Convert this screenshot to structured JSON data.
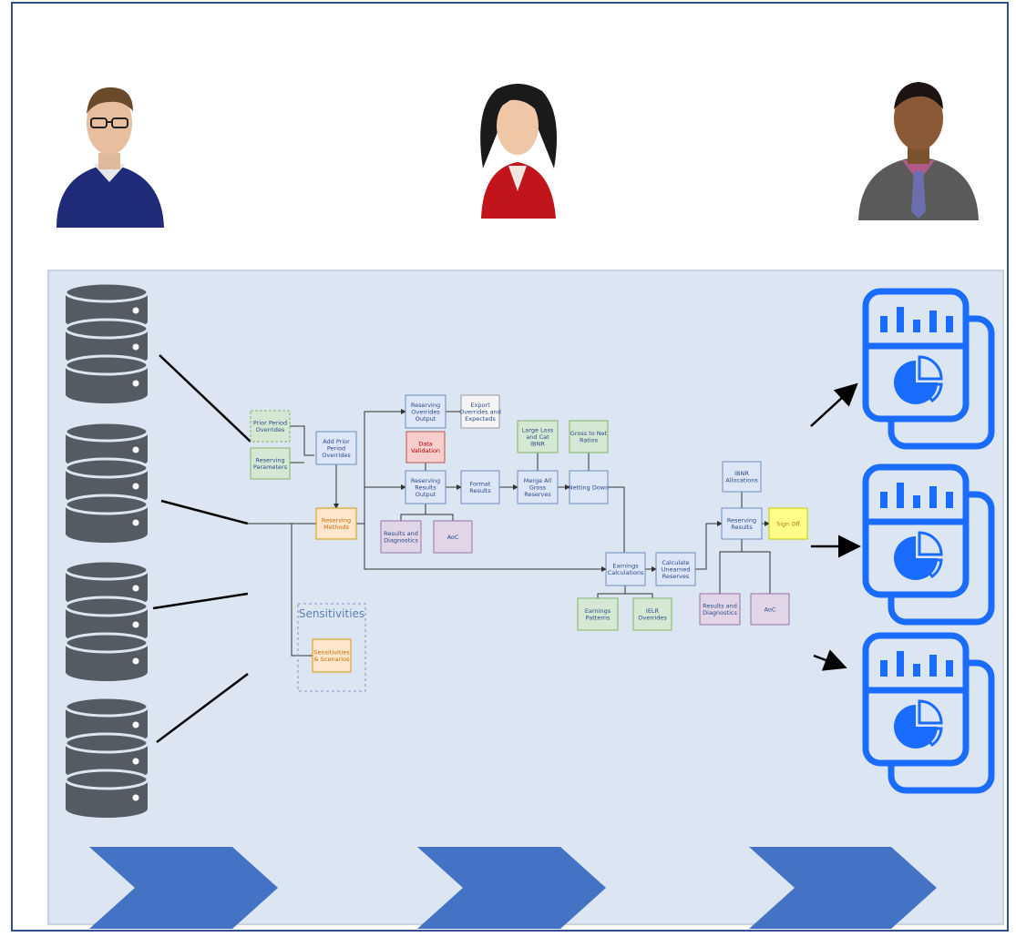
{
  "personas": [
    {
      "name": "user-casual-avatar",
      "role": "person-1"
    },
    {
      "name": "user-woman-avatar",
      "role": "person-2"
    },
    {
      "name": "user-suit-avatar",
      "role": "person-3"
    }
  ],
  "colors": {
    "frame_border": "#2f528f",
    "panel_bg": "#dce6f2",
    "database": "#555b62",
    "report_blue": "#1a6cff",
    "chevron": "#4472c4",
    "node_blue": "#dce6f7",
    "node_green": "#d5e8d4",
    "node_orange": "#ffe6cc",
    "node_purple": "#e1d5e7",
    "node_red": "#f8cecc",
    "node_gray": "#f5f5f5",
    "node_yellow": "#ffff88"
  },
  "flow": {
    "prior_period": "Prior Period\nOverrides",
    "reserving_parameters": "Reserving\nParameters",
    "add_prior": "Add Prior\nPeriod\nOverrides",
    "reserving_methods": "Reserving\nMethods",
    "reserving_overrides_output": "Reserving\nOverrides\nOutput",
    "export_overrides": "Export\nOverrides and\nExpecteds",
    "data_validation": "Data\nValidation",
    "reserving_results_output": "Reserving\nResults\nOutput",
    "format_results": "Format\nResults",
    "large_loss": "Large Loss\nand Cat\nIBNR",
    "merge_gross": "Merge All\nGross\nReserves",
    "gross_to_net": "Gross to Net\nRatios",
    "netting_down": "Netting Down",
    "results_diag_1": "Results and\nDiagnostics",
    "aoc_1": "AoC",
    "earnings_calc": "Earnings\nCalculations",
    "calc_unearned": "Calculate\nUnearned\nReserves",
    "earnings_patterns": "Earnings\nPatterns",
    "ielr_overrides": "IELR\nOverrides",
    "ibnr_allocations": "IBNR\nAllocations",
    "reserving_results": "Reserving\nResults",
    "sign_off": "Sign Off",
    "results_diag_2": "Results and\nDiagnostics",
    "aoc_2": "AoC",
    "sensitivities_title": "Sensitivities",
    "sensitivities_scenarios": "Sensitivities\n& Scenarios"
  },
  "icons": {
    "database": "database-icon",
    "report": "report-dashboard-icon",
    "chevron": "chevron-arrow-icon"
  }
}
